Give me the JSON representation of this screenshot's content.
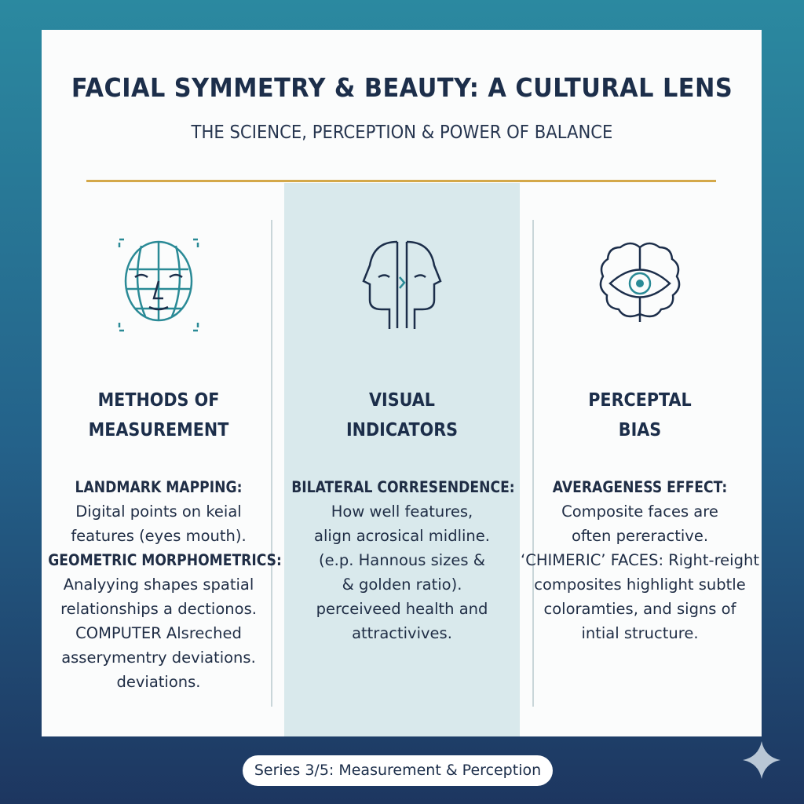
{
  "title": "FACIAL SYMMETRY & BEAUTY: A CULTURAL LENS",
  "subtitle": "THE SCIENCE, PERCEPTION & POWER OF BALANCE",
  "columns": [
    {
      "icon": "face-grid-scan-icon",
      "heading": [
        "METHODS OF",
        "MEASUREMENT"
      ],
      "lines": [
        {
          "t": "LANDMARK MAPPING:",
          "b": true
        },
        {
          "t": "Digital points on keial"
        },
        {
          "t": "features (eyes mouth)."
        },
        {
          "t": "GEOMETRIC MORPHOMETRICS:",
          "b": true
        },
        {
          "t": "Analyying shapes spatial"
        },
        {
          "t": "relationships a dectionos."
        },
        {
          "t": "COMPUTER Alsreched"
        },
        {
          "t": "asserymentry deviations."
        },
        {
          "t": "deviations."
        }
      ]
    },
    {
      "icon": "mirrored-faces-icon",
      "heading": [
        "VISUAL",
        "INDICATORS"
      ],
      "lines": [
        {
          "t": "BILATERAL CORRESENDENCE:",
          "b": true
        },
        {
          "t": "How well features,"
        },
        {
          "t": "align acrosical midline."
        },
        {
          "t": "(e.p. Hannous sizes &"
        },
        {
          "t": "& golden ratio)."
        },
        {
          "t": "perceiveed health and"
        },
        {
          "t": "attractivives."
        }
      ]
    },
    {
      "icon": "brain-eye-icon",
      "heading": [
        "PERCEPTAL",
        "BIAS"
      ],
      "lines": [
        {
          "t": "AVERAGENESS EFFECT:",
          "b": true
        },
        {
          "t": "Composite faces are"
        },
        {
          "t": "often pereractive."
        },
        {
          "t": "‘CHIMERIC’ FACES: Right-reight"
        },
        {
          "t": "composites highlight subtle"
        },
        {
          "t": "coloramties, and signs of"
        },
        {
          "t": "intial structure."
        }
      ]
    }
  ],
  "footer": "Series 3/5: Measurement & Perception",
  "colors": {
    "navy": "#1c2e4a",
    "teal": "#2a8a96",
    "gold": "#d4a849",
    "highlight": "#d9e9ec"
  }
}
